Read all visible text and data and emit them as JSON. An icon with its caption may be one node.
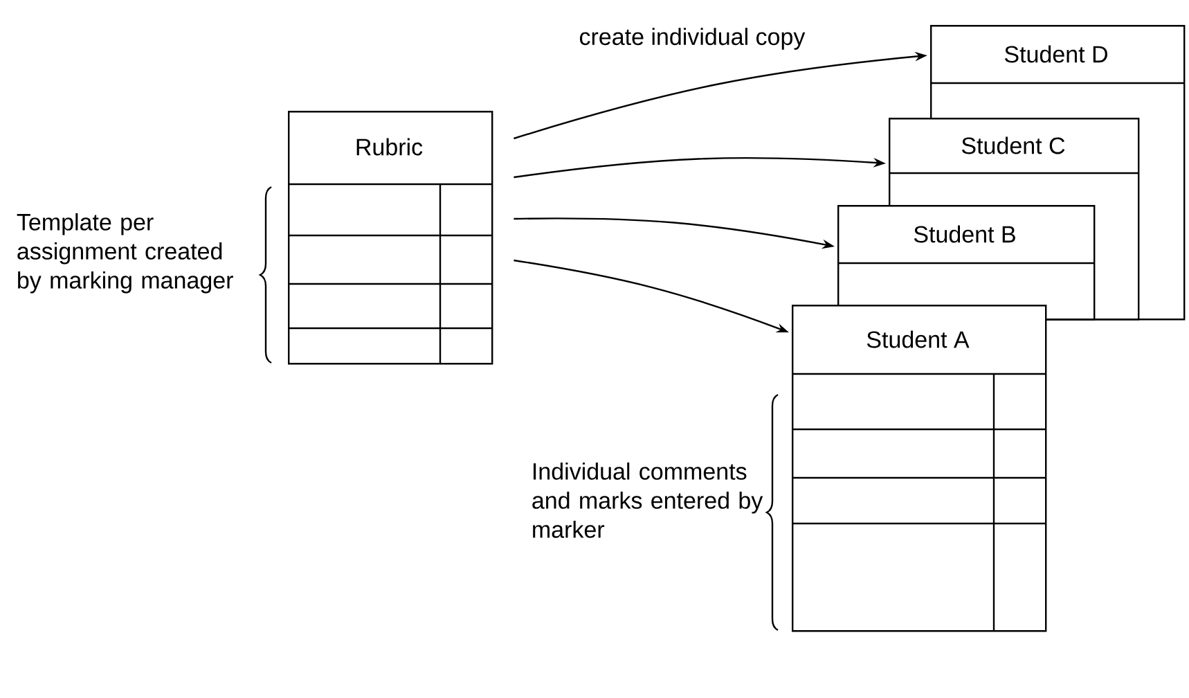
{
  "diagram": {
    "nodes": [
      {
        "text": [
          "Rubric"
        ]
      },
      {
        "text": [
          "Student D"
        ]
      },
      {
        "text": [
          "Student C"
        ]
      },
      {
        "text": [
          "Student B"
        ]
      },
      {
        "text": [
          "Student A"
        ]
      }
    ],
    "edges": [
      {
        "from": 0,
        "to": 1,
        "arrow": "to",
        "label": "create individual copy"
      },
      {
        "from": 0,
        "to": 2,
        "arrow": "to"
      },
      {
        "from": 0,
        "to": 3,
        "arrow": "to"
      },
      {
        "from": 0,
        "to": 4,
        "arrow": "to"
      }
    ],
    "labels": [
      "Template per assignment created by marking manager",
      "Individual comments and marks entered by marker"
    ]
  }
}
